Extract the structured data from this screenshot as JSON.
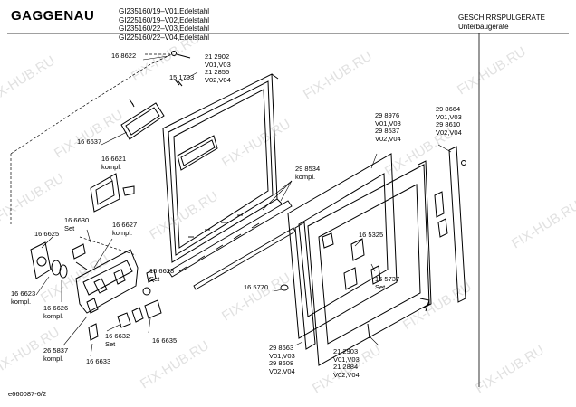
{
  "header": {
    "brand": "GAGGENAU",
    "models": [
      "GI235160/19–V01,Edelstahl",
      "GI225160/19–V02,Edelstahl",
      "GI235160/22–V03,Edelstahl",
      "GI225160/22–V04,Edelstahl"
    ],
    "category_line1": "GESCHIRRSPÜLGERÄTE",
    "category_line2": "Unterbaugeräte"
  },
  "footer": {
    "doc_id": "e660087-6/2"
  },
  "watermark": "FIX-HUB.RU",
  "labels": [
    {
      "id": "p-168622",
      "lines": [
        "16 8622"
      ]
    },
    {
      "id": "p-212902",
      "lines": [
        "21 2902",
        "V01,V03",
        "21 2855",
        "V02,V04"
      ]
    },
    {
      "id": "p-151703",
      "lines": [
        "15 1703"
      ]
    },
    {
      "id": "p-166637",
      "lines": [
        "16 6637"
      ]
    },
    {
      "id": "p-166621",
      "lines": [
        "16 6621",
        "kompl."
      ]
    },
    {
      "id": "p-166630",
      "lines": [
        "16 6630",
        "Set"
      ]
    },
    {
      "id": "p-166627",
      "lines": [
        "16 6627",
        "kompl."
      ]
    },
    {
      "id": "p-166625",
      "lines": [
        "16 6625"
      ]
    },
    {
      "id": "p-166623",
      "lines": [
        "16 6623",
        "kompl."
      ]
    },
    {
      "id": "p-166626",
      "lines": [
        "16 6626",
        "kompl."
      ]
    },
    {
      "id": "p-166628",
      "lines": [
        "16 6628",
        "Set"
      ]
    },
    {
      "id": "p-166632",
      "lines": [
        "16 6632",
        "Set"
      ]
    },
    {
      "id": "p-166635",
      "lines": [
        "16 6635"
      ]
    },
    {
      "id": "p-265837",
      "lines": [
        "26 5837",
        "kompl."
      ]
    },
    {
      "id": "p-166633",
      "lines": [
        "16 6633"
      ]
    },
    {
      "id": "p-298534",
      "lines": [
        "29 8534",
        "kompl."
      ]
    },
    {
      "id": "p-298976",
      "lines": [
        "29 8976",
        "V01,V03",
        "29 8537",
        "V02,V04"
      ]
    },
    {
      "id": "p-298664",
      "lines": [
        "29 8664",
        "V01,V03",
        "29 8610",
        "V02,V04"
      ]
    },
    {
      "id": "p-165325",
      "lines": [
        "16 5325"
      ]
    },
    {
      "id": "p-165770",
      "lines": [
        "16 5770"
      ]
    },
    {
      "id": "p-165737",
      "lines": [
        "16 5737",
        "Set"
      ]
    },
    {
      "id": "p-298663",
      "lines": [
        "29 8663",
        "V01,V03",
        "29 8608",
        "V02,V04"
      ]
    },
    {
      "id": "p-212903",
      "lines": [
        "21 2903",
        "V01,V03",
        "21 2884",
        "V02,V04"
      ]
    }
  ]
}
